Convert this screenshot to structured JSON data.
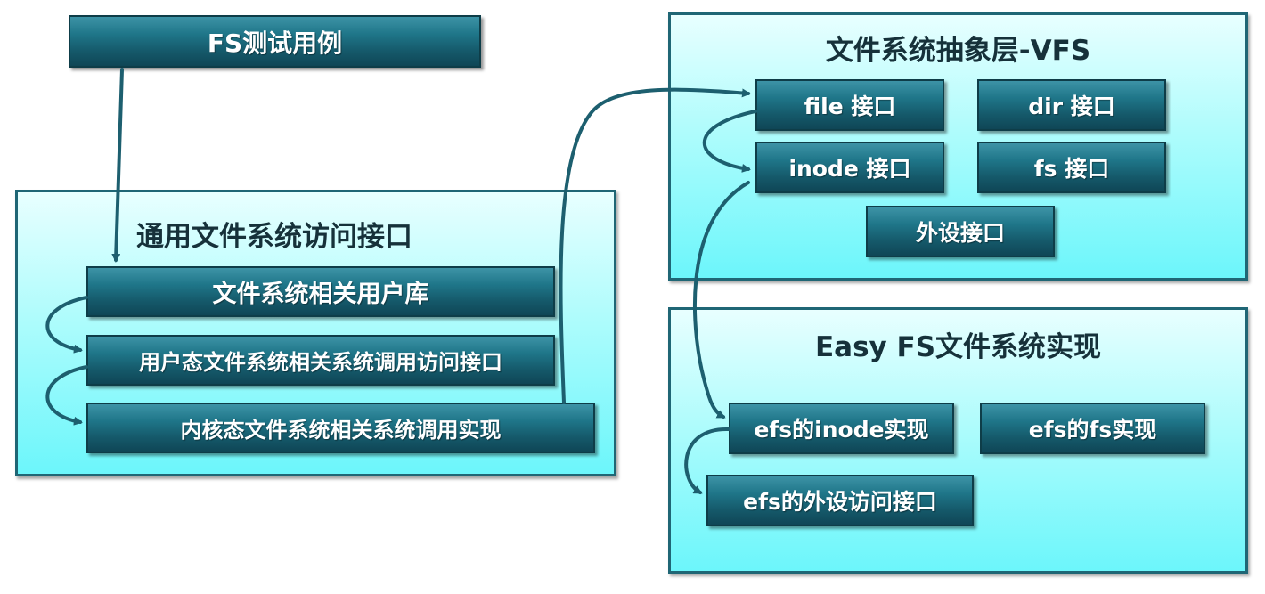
{
  "top_box": {
    "label": "FS测试用例"
  },
  "generic_panel": {
    "title": "通用文件系统访问接口",
    "boxes": [
      {
        "label": "文件系统相关用户库"
      },
      {
        "label": "用户态文件系统相关系统调用访问接口"
      },
      {
        "label": "内核态文件系统相关系统调用实现"
      }
    ]
  },
  "vfs_panel": {
    "title": "文件系统抽象层-VFS",
    "boxes": [
      {
        "label": "file 接口"
      },
      {
        "label": "dir 接口"
      },
      {
        "label": "inode 接口"
      },
      {
        "label": "fs 接口"
      },
      {
        "label": "外设接口"
      }
    ]
  },
  "efs_panel": {
    "title": "Easy FS文件系统实现",
    "boxes": [
      {
        "label": "efs的inode实现"
      },
      {
        "label": "efs的fs实现"
      },
      {
        "label": "efs的外设访问接口"
      }
    ]
  },
  "colors": {
    "panel_border": "#1f6675",
    "panel_fill_top": "#e8ffff",
    "panel_fill_bottom": "#6cf6fb",
    "box_fill": "#1f7689",
    "arrow": "#1d5f6f"
  }
}
